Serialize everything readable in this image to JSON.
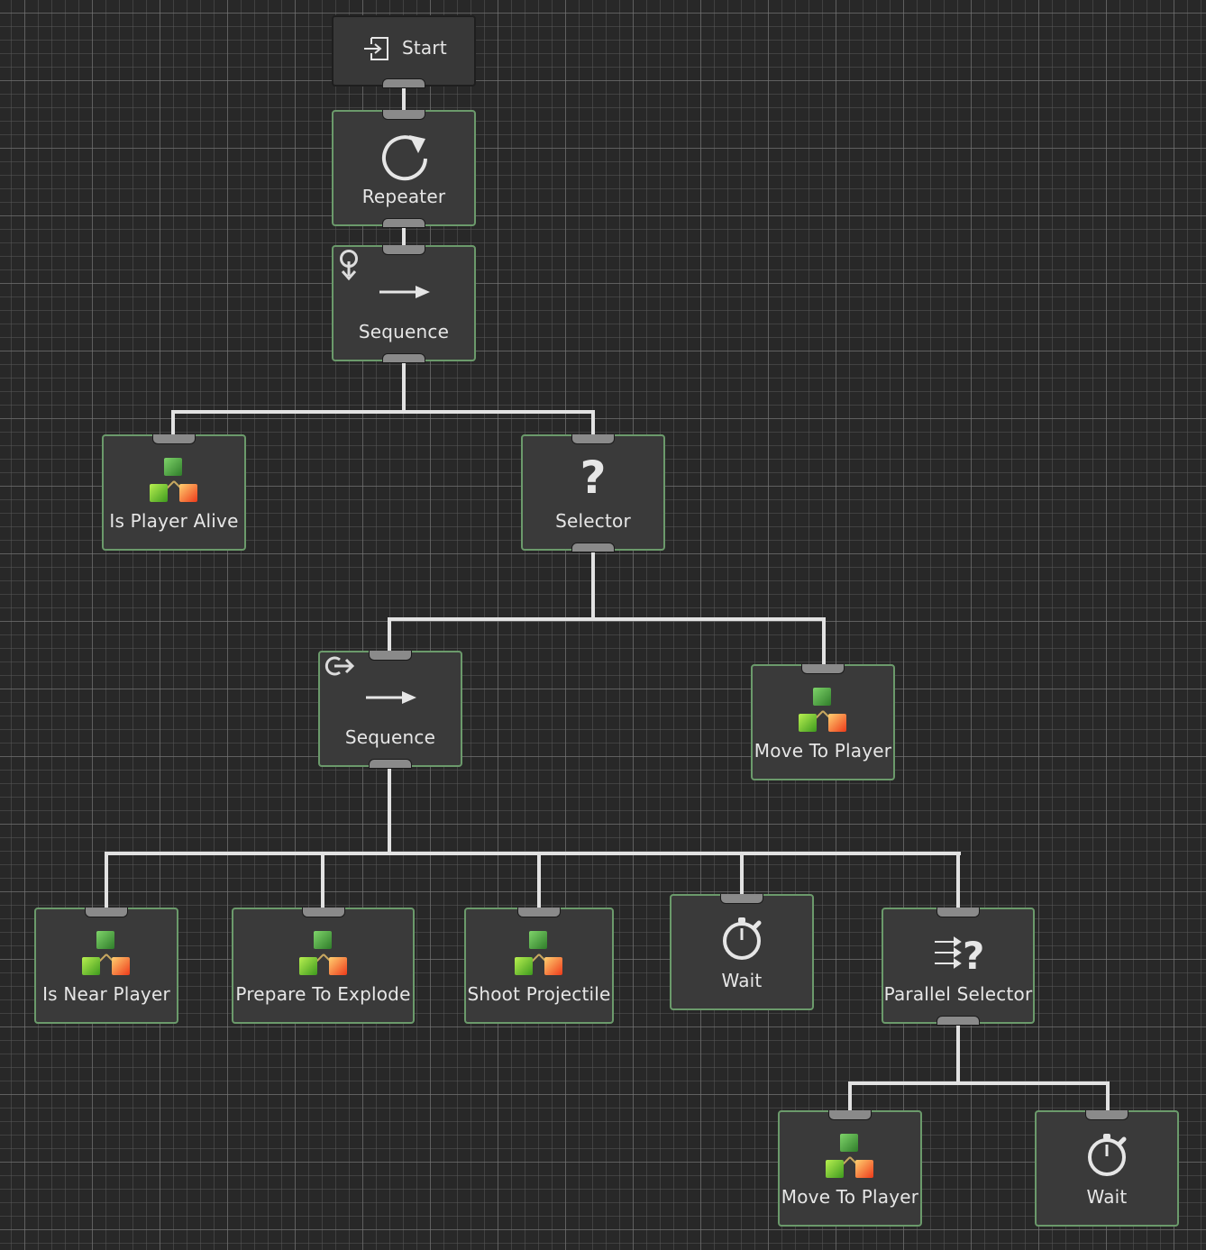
{
  "diagram": {
    "type": "behavior-tree",
    "colors": {
      "background": "#282828",
      "node_fill": "#3a3a3a",
      "node_border_active": "#6b9a6b",
      "edge": "#e2e2e2",
      "port": "#8a8a8a"
    },
    "nodes": {
      "start": {
        "label": "Start",
        "icon": "enter-icon"
      },
      "repeater": {
        "label": "Repeater",
        "icon": "repeat-icon"
      },
      "sequence_root": {
        "label": "Sequence",
        "icon": "arrow-right-icon",
        "decorator_icon": "loop-down-icon"
      },
      "is_player_alive": {
        "label": "Is Player Alive",
        "icon": "action-cubes-icon"
      },
      "selector": {
        "label": "Selector",
        "icon": "question-icon"
      },
      "sequence_inner": {
        "label": "Sequence",
        "icon": "arrow-right-icon",
        "decorator_icon": "loop-exit-icon"
      },
      "move_to_player_1": {
        "label": "Move To Player",
        "icon": "action-cubes-icon"
      },
      "is_near_player": {
        "label": "Is Near Player",
        "icon": "action-cubes-icon"
      },
      "prepare_to_explode": {
        "label": "Prepare To Explode",
        "icon": "action-cubes-icon"
      },
      "shoot_projectile": {
        "label": "Shoot Projectile",
        "icon": "action-cubes-icon"
      },
      "wait_1": {
        "label": "Wait",
        "icon": "stopwatch-icon"
      },
      "parallel_selector": {
        "label": "Parallel Selector",
        "icon": "parallel-question-icon"
      },
      "move_to_player_2": {
        "label": "Move To Player",
        "icon": "action-cubes-icon"
      },
      "wait_2": {
        "label": "Wait",
        "icon": "stopwatch-icon"
      }
    },
    "edges": [
      {
        "from": "start",
        "to": "repeater"
      },
      {
        "from": "repeater",
        "to": "sequence_root"
      },
      {
        "from": "sequence_root",
        "to": "is_player_alive"
      },
      {
        "from": "sequence_root",
        "to": "selector"
      },
      {
        "from": "selector",
        "to": "sequence_inner"
      },
      {
        "from": "selector",
        "to": "move_to_player_1"
      },
      {
        "from": "sequence_inner",
        "to": "is_near_player"
      },
      {
        "from": "sequence_inner",
        "to": "prepare_to_explode"
      },
      {
        "from": "sequence_inner",
        "to": "shoot_projectile"
      },
      {
        "from": "sequence_inner",
        "to": "wait_1"
      },
      {
        "from": "sequence_inner",
        "to": "parallel_selector"
      },
      {
        "from": "parallel_selector",
        "to": "move_to_player_2"
      },
      {
        "from": "parallel_selector",
        "to": "wait_2"
      }
    ]
  }
}
